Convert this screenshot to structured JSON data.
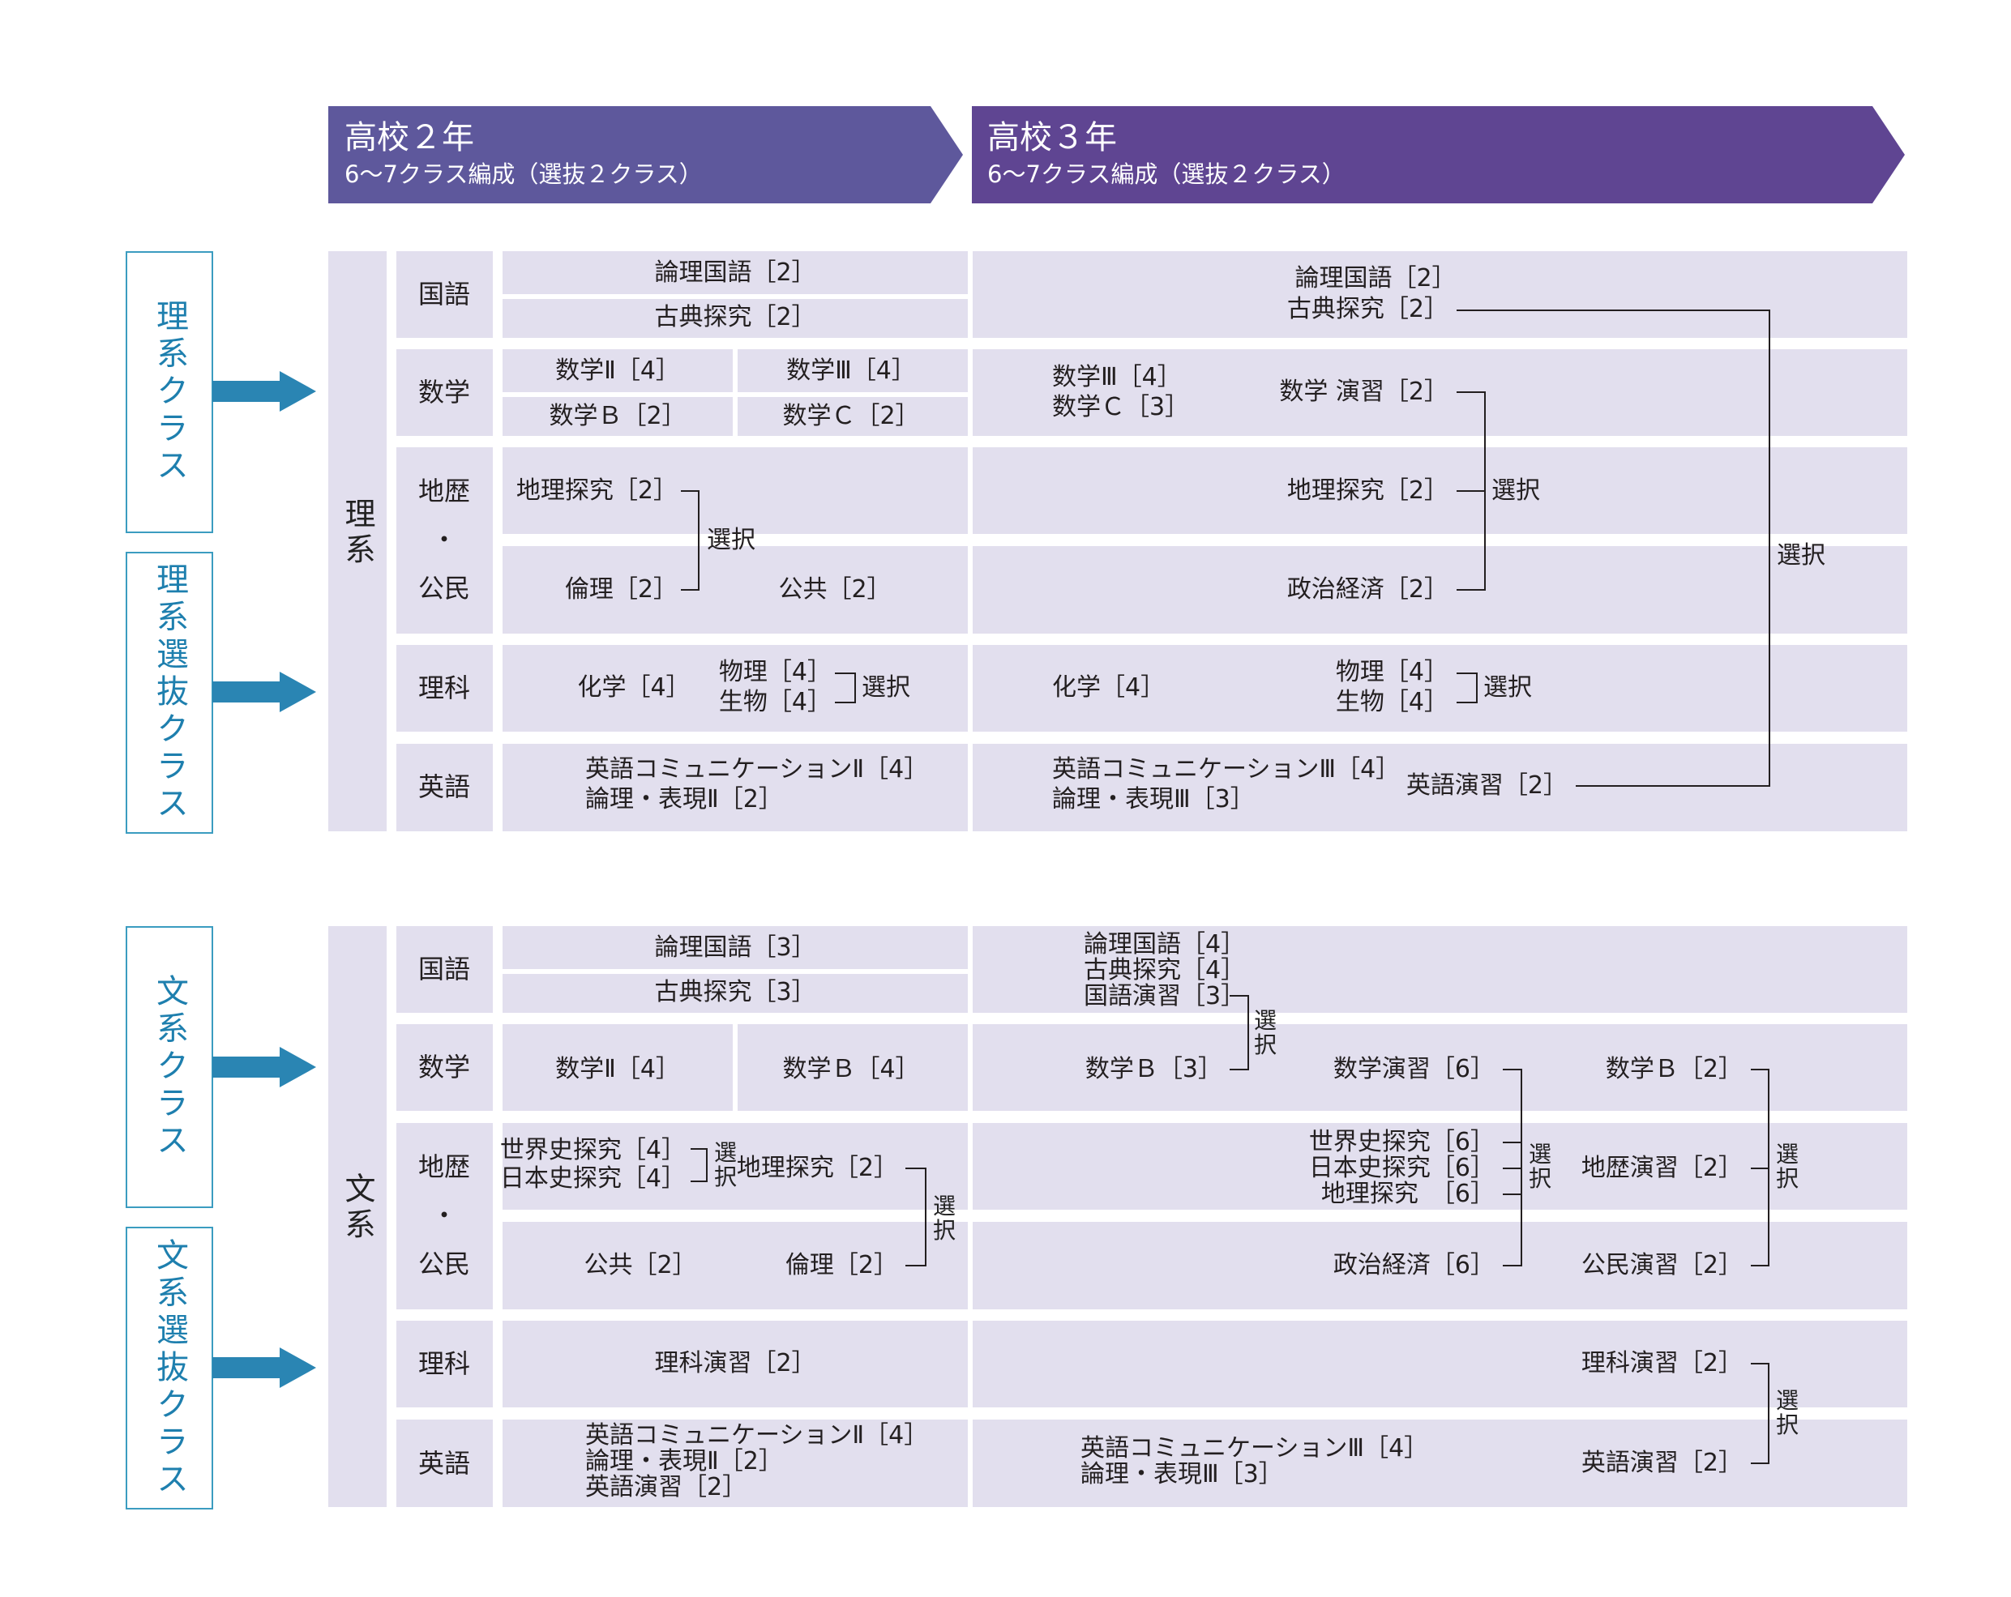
{
  "header": {
    "y2": {
      "title": "高校２年",
      "sub": "6〜7クラス編成（選抜２クラス）"
    },
    "y3": {
      "title": "高校３年",
      "sub": "6〜7クラス編成（選抜２クラス）"
    }
  },
  "colors": {
    "banner_y2": "#5e589c",
    "banner_y3": "#5f4592",
    "cell": "#e2dfee",
    "class_border": "#3b9cc0",
    "class_text": "#1e7fae",
    "arrow": "#2a85b3"
  },
  "classes": {
    "rikei": "理系クラス",
    "rikei_sel": "理系選抜クラス",
    "bunkei": "文系クラス",
    "bunkei_sel": "文系選抜クラス"
  },
  "tracks": {
    "rikei": "理系",
    "bunkei": "文系"
  },
  "subjects": {
    "kokugo": "国語",
    "sugaku": "数学",
    "chireki": "地歴",
    "dot": "・",
    "komin": "公民",
    "rika": "理科",
    "eigo": "英語"
  },
  "select": "選択",
  "select_v1": "選",
  "select_v2": "択",
  "rikei": {
    "y2": {
      "kokugo1": "論理国語［2］",
      "kokugo2": "古典探究［2］",
      "m1": "数学Ⅱ［4］",
      "m2": "数学Ⅲ［4］",
      "m3": "数学Ｂ［2］",
      "m4": "数学Ｃ［2］",
      "chiri": "地理探究［2］",
      "rinri": "倫理［2］",
      "kokyo": "公共［2］",
      "kagaku": "化学［4］",
      "butsuri": "物理［4］",
      "seibutsu": "生物［4］",
      "e1": "英語コミュニケーションⅡ［4］",
      "e2": "論理・表現Ⅱ［2］"
    },
    "y3": {
      "kokugo1": "論理国語［2］",
      "kokugo2": "古典探究［2］",
      "m1": "数学Ⅲ［4］",
      "m2": "数学Ｃ［3］",
      "m3": "数学 演習［2］",
      "chiri": "地理探究［2］",
      "seikei": "政治経済［2］",
      "kagaku": "化学［4］",
      "butsuri": "物理［4］",
      "seibutsu": "生物［4］",
      "e1": "英語コミュニケーションⅢ［4］",
      "e2": "論理・表現Ⅲ［3］",
      "e3": "英語演習［2］"
    }
  },
  "bunkei": {
    "y2": {
      "kokugo1": "論理国語［3］",
      "kokugo2": "古典探究［3］",
      "m1": "数学Ⅱ［4］",
      "m2": "数学Ｂ［4］",
      "sekai": "世界史探究［4］",
      "nihon": "日本史探究［4］",
      "chiri": "地理探究［2］",
      "kokyo": "公共［2］",
      "rinri": "倫理［2］",
      "rika": "理科演習［2］",
      "e1": "英語コミュニケーションⅡ［4］",
      "e2": "論理・表現Ⅱ［2］",
      "e3": "英語演習［2］"
    },
    "y3": {
      "k1": "論理国語［4］",
      "k2": "古典探究［4］",
      "k3": "国語演習［3］",
      "mb3": "数学Ｂ［3］",
      "mens": "数学演習［6］",
      "mb2": "数学Ｂ［2］",
      "sekai": "世界史探究［6］",
      "nihon": "日本史探究［6］",
      "chiri": "地理探究　［6］",
      "seikei": "政治経済［6］",
      "chireki_ens": "地歴演習［2］",
      "komin_ens": "公民演習［2］",
      "rika_ens": "理科演習［2］",
      "eigo_ens": "英語演習［2］",
      "e1": "英語コミュニケーションⅢ［4］",
      "e2": "論理・表現Ⅲ［3］"
    }
  }
}
